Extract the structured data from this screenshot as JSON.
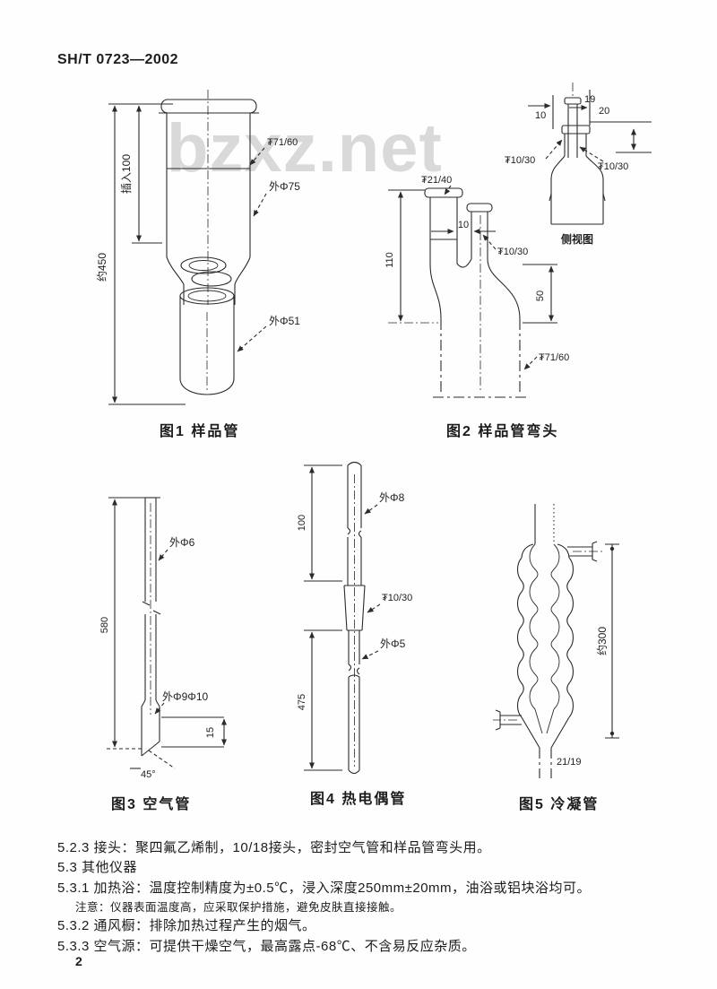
{
  "page": {
    "header": "SH/T 0723—2002",
    "watermark": "bzxz.net",
    "page_number": "2"
  },
  "fig1": {
    "caption": "图1  样品管",
    "joint_7160": "₮71/60",
    "outer_75": "外Φ75",
    "outer_51": "外Φ51",
    "insert_100": "插入100",
    "approx_450": "约450"
  },
  "fig2": {
    "caption": "图2  样品管弯头",
    "side_view": "侧视图",
    "dim_10_top": "10",
    "dim_19": "19",
    "dim_20": "20",
    "joint_1030_side_left": "₮10/30",
    "joint_1030_side_right": "₮10/30",
    "joint_2140": "₮21/40",
    "dim_10": "10",
    "joint_1030": "₮10/30",
    "dim_110": "110",
    "dim_50": "50",
    "joint_7160": "₮71/60"
  },
  "fig3": {
    "caption": "图3  空气管",
    "dim_580": "580",
    "outer_6": "外Φ6",
    "outer_9_10": "外Φ9Φ10",
    "dim_15": "15",
    "angle_45": "45°"
  },
  "fig4": {
    "caption": "图4  热电偶管",
    "dim_100": "100",
    "outer_8": "外Φ8",
    "joint_1030": "₮10/30",
    "outer_5": "外Φ5",
    "dim_475": "475"
  },
  "fig5": {
    "caption": "图5  冷凝管",
    "dim_300": "约300",
    "joint_2119": "21/19"
  },
  "body": {
    "item_523": "5.2.3  接头：聚四氟乙烯制，10/18接头，密封空气管和样品管弯头用。",
    "item_53": "5.3  其他仪器",
    "item_531": "5.3.1  加热浴：温度控制精度为±0.5℃，浸入深度250mm±20mm，油浴或铝块浴均可。",
    "note": "注意：仪器表面温度高，应采取保护措施，避免皮肤直接接触。",
    "item_532": "5.3.2  通风橱：排除加热过程产生的烟气。",
    "item_533": "5.3.3  空气源：可提供干燥空气，最高露点-68℃、不含易反应杂质。"
  }
}
